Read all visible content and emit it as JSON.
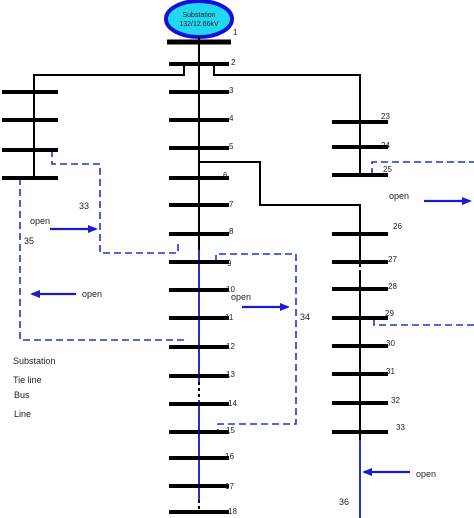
{
  "substation": {
    "line1": "Substation",
    "line2": "132/12.66kV"
  },
  "bus_labels": [
    "1",
    "2",
    "3",
    "4",
    "5",
    "6",
    "7",
    "8",
    "9",
    "10",
    "11",
    "12",
    "13",
    "14",
    "15",
    "16",
    "17",
    "18",
    "23",
    "24",
    "25",
    "26",
    "27",
    "28",
    "29",
    "30",
    "31",
    "32",
    "33"
  ],
  "tie_labels": {
    "t33": "33",
    "t34": "34",
    "t35": "35",
    "t36": "36"
  },
  "open_labels": [
    "open",
    "open",
    "open",
    "open",
    "open"
  ],
  "legend": {
    "substation": "Substation",
    "tie_line": "Tie line",
    "bus": "Bus",
    "line": "Line"
  },
  "colors": {
    "substation_fill": "#22d8f0",
    "substation_stroke": "#1010d8",
    "tie_line": "#2233cc",
    "arrow": "#1a1ad0",
    "bus": "#000000",
    "line": "#000000",
    "feeder": "#2233cc"
  }
}
